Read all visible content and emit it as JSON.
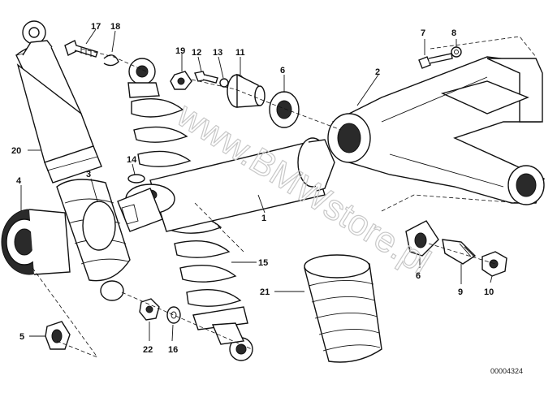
{
  "diagram": {
    "callouts": [
      "17",
      "18",
      "19",
      "12",
      "13",
      "11",
      "6",
      "7",
      "8",
      "2",
      "20",
      "4",
      "3",
      "14",
      "1",
      "15",
      "21",
      "5",
      "22",
      "16",
      "6",
      "9",
      "10"
    ],
    "watermark": "www.BMWstore.pl",
    "reference_number": "00004324"
  }
}
